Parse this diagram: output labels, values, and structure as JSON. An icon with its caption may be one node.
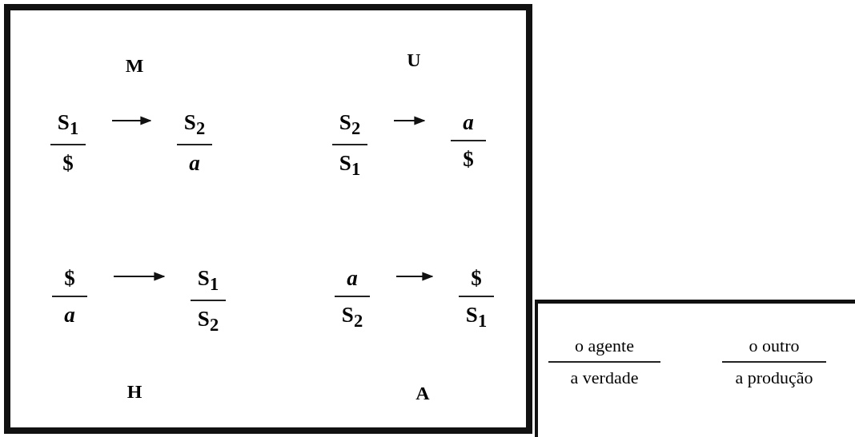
{
  "diagram": {
    "nodes": [
      {
        "text": [],
        "shape": "box"
      },
      {
        "text": [
          "S$_{1}$",
          "$"
        ],
        "in": 0
      },
      {
        "text": [
          "S$_{2}$",
          "a"
        ],
        "in": 0
      },
      {
        "text": [
          "S$_{2}$",
          "S$_{1}$"
        ],
        "in": 0
      },
      {
        "text": [
          "a",
          "$"
        ],
        "in": 0
      },
      {
        "text": [
          "$",
          "a"
        ],
        "in": 0
      },
      {
        "text": [
          "S$_{1}$",
          "S$_{2}$"
        ],
        "in": 0
      },
      {
        "text": [
          "a",
          "S$_{2}$"
        ],
        "in": 0
      },
      {
        "text": [
          "$",
          "S$_{1}$"
        ],
        "in": 0
      },
      {
        "text": [],
        "shape": "box"
      },
      {
        "text": [
          "o agente",
          "a verdade"
        ],
        "in": 9
      },
      {
        "text": [
          "o outro",
          "a produção"
        ],
        "in": 9
      }
    ],
    "edges": [
      {
        "from": 1,
        "to": 2,
        "arrow": "to"
      },
      {
        "from": 3,
        "to": 4,
        "arrow": "to"
      },
      {
        "from": 5,
        "to": 6,
        "arrow": "to"
      },
      {
        "from": 7,
        "to": 8,
        "arrow": "to"
      }
    ],
    "labels": [
      "M",
      "U",
      "H",
      "A"
    ]
  }
}
